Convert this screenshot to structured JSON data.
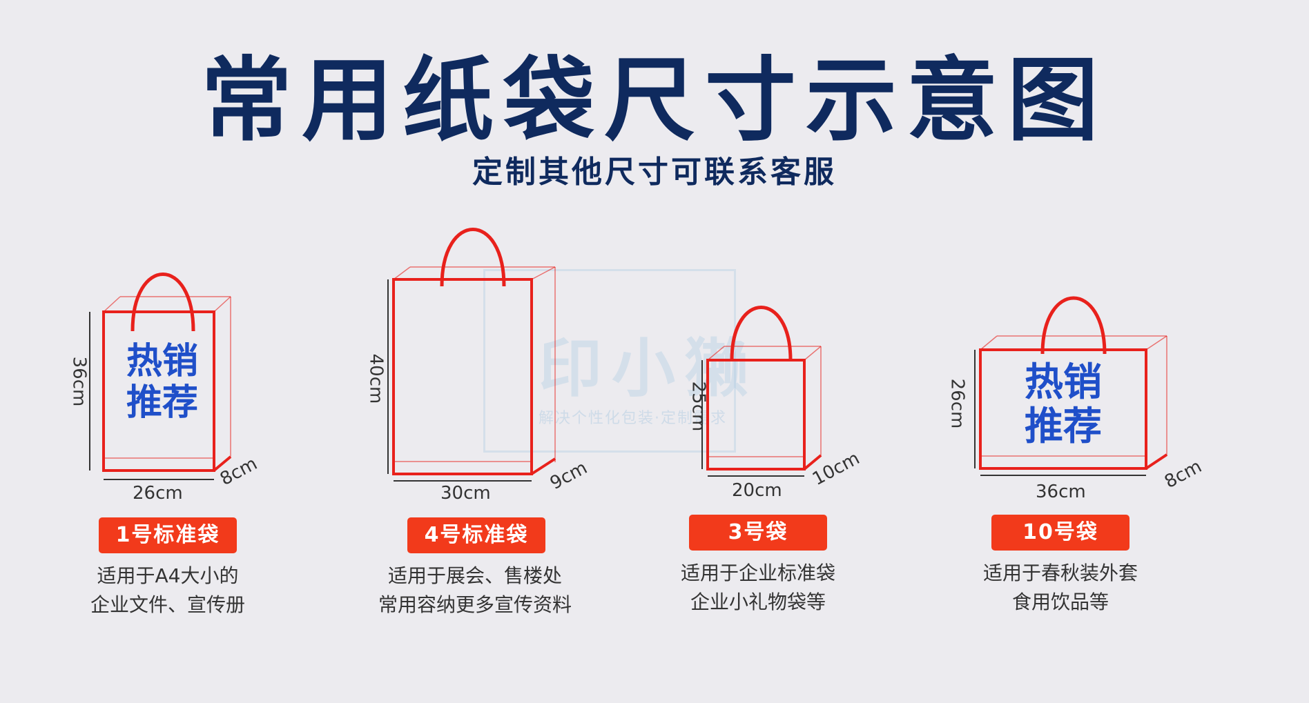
{
  "title": "常用纸袋尺寸示意图",
  "subtitle": "定制其他尺寸可联系客服",
  "watermark": {
    "main": "印小獭",
    "sub": "解决个性化包装·定制需求"
  },
  "colors": {
    "title": "#0f2a5e",
    "bag_line": "#e8211c",
    "badge": "#f23a1b",
    "hot_text": "#1f4fc9"
  },
  "bags": [
    {
      "height": "36cm",
      "width": "26cm",
      "depth": "8cm",
      "hot_line1": "热销",
      "hot_line2": "推荐",
      "label": "1号标准袋",
      "desc_line1": "适用于A4大小的",
      "desc_line2": "企业文件、宣传册"
    },
    {
      "height": "40cm",
      "width": "30cm",
      "depth": "9cm",
      "label": "4号标准袋",
      "desc_line1": "适用于展会、售楼处",
      "desc_line2": "常用容纳更多宣传资料"
    },
    {
      "height": "25cm",
      "width": "20cm",
      "depth": "10cm",
      "label": "3号袋",
      "desc_line1": "适用于企业标准袋",
      "desc_line2": "企业小礼物袋等"
    },
    {
      "height": "26cm",
      "width": "36cm",
      "depth": "8cm",
      "hot_line1": "热销",
      "hot_line2": "推荐",
      "label": "10号袋",
      "desc_line1": "适用于春秋装外套",
      "desc_line2": "食用饮品等"
    }
  ]
}
